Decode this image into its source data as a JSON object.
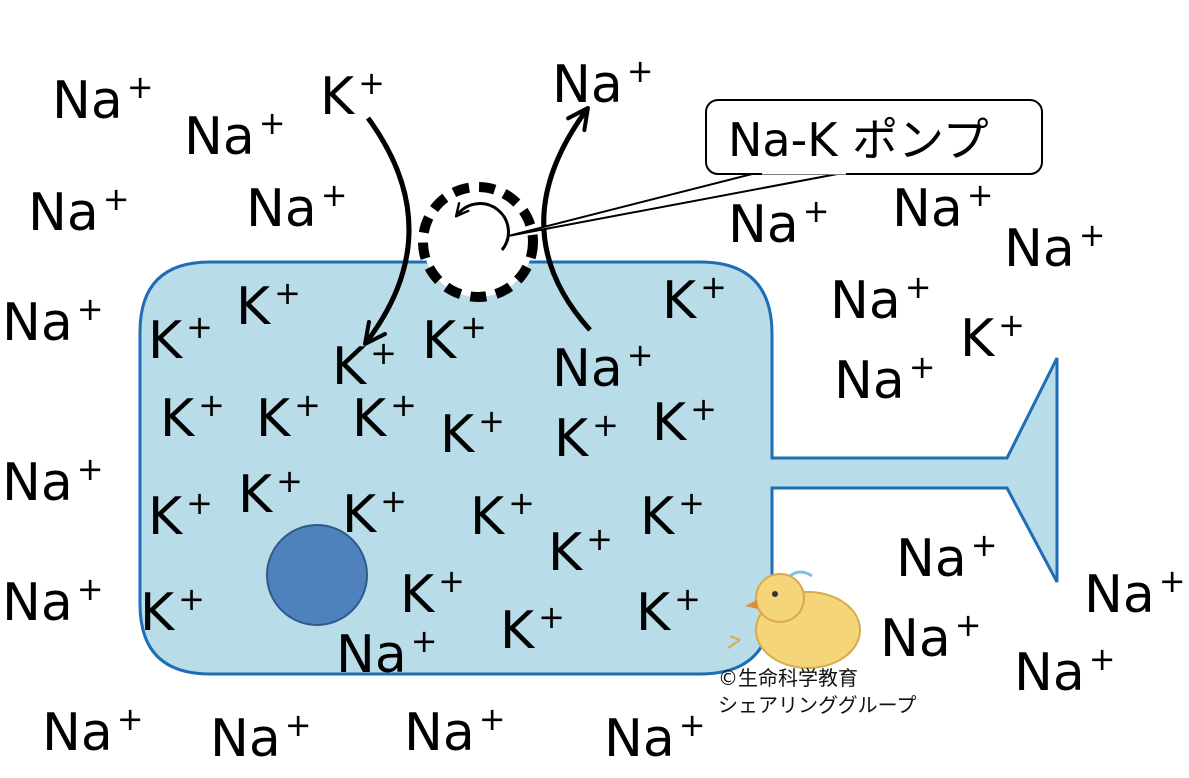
{
  "callout": {
    "label": "Na-K ポンプ"
  },
  "credit": {
    "line1": "©生命科学教育",
    "line2": "シェアリンググループ"
  },
  "ions": {
    "outside_na": [
      {
        "base": "Na",
        "sup": "+"
      },
      {
        "base": "Na",
        "sup": "+"
      },
      {
        "base": "Na",
        "sup": "+"
      },
      {
        "base": "Na",
        "sup": "+"
      },
      {
        "base": "Na",
        "sup": "+"
      },
      {
        "base": "Na",
        "sup": "+"
      },
      {
        "base": "Na",
        "sup": "+"
      },
      {
        "base": "Na",
        "sup": "+"
      },
      {
        "base": "Na",
        "sup": "+"
      },
      {
        "base": "Na",
        "sup": "+"
      },
      {
        "base": "Na",
        "sup": "+"
      },
      {
        "base": "Na",
        "sup": "+"
      },
      {
        "base": "Na",
        "sup": "+"
      },
      {
        "base": "Na",
        "sup": "+"
      },
      {
        "base": "Na",
        "sup": "+"
      },
      {
        "base": "Na",
        "sup": "+"
      },
      {
        "base": "Na",
        "sup": "+"
      },
      {
        "base": "Na",
        "sup": "+"
      },
      {
        "base": "Na",
        "sup": "+"
      },
      {
        "base": "Na",
        "sup": "+"
      }
    ],
    "outside_k": [
      {
        "base": "K",
        "sup": "+"
      },
      {
        "base": "K",
        "sup": "+"
      }
    ],
    "inside_k": [
      {
        "base": "K",
        "sup": "+"
      },
      {
        "base": "K",
        "sup": "+"
      },
      {
        "base": "K",
        "sup": "+"
      },
      {
        "base": "K",
        "sup": "+"
      },
      {
        "base": "K",
        "sup": "+"
      },
      {
        "base": "K",
        "sup": "+"
      },
      {
        "base": "K",
        "sup": "+"
      },
      {
        "base": "K",
        "sup": "+"
      },
      {
        "base": "K",
        "sup": "+"
      },
      {
        "base": "K",
        "sup": "+"
      },
      {
        "base": "K",
        "sup": "+"
      },
      {
        "base": "K",
        "sup": "+"
      },
      {
        "base": "K",
        "sup": "+"
      },
      {
        "base": "K",
        "sup": "+"
      },
      {
        "base": "K",
        "sup": "+"
      },
      {
        "base": "K",
        "sup": "+"
      },
      {
        "base": "K",
        "sup": "+"
      },
      {
        "base": "K",
        "sup": "+"
      },
      {
        "base": "K",
        "sup": "+"
      },
      {
        "base": "K",
        "sup": "+"
      }
    ],
    "inside_na": [
      {
        "base": "Na",
        "sup": "+"
      },
      {
        "base": "Na",
        "sup": "+"
      }
    ]
  },
  "colors": {
    "cell_fill": "#b8dde8",
    "cell_stroke": "#1f6db5",
    "nucleus": "#4f81bd",
    "arrow": "#000000",
    "chick": "#f4d57a"
  }
}
